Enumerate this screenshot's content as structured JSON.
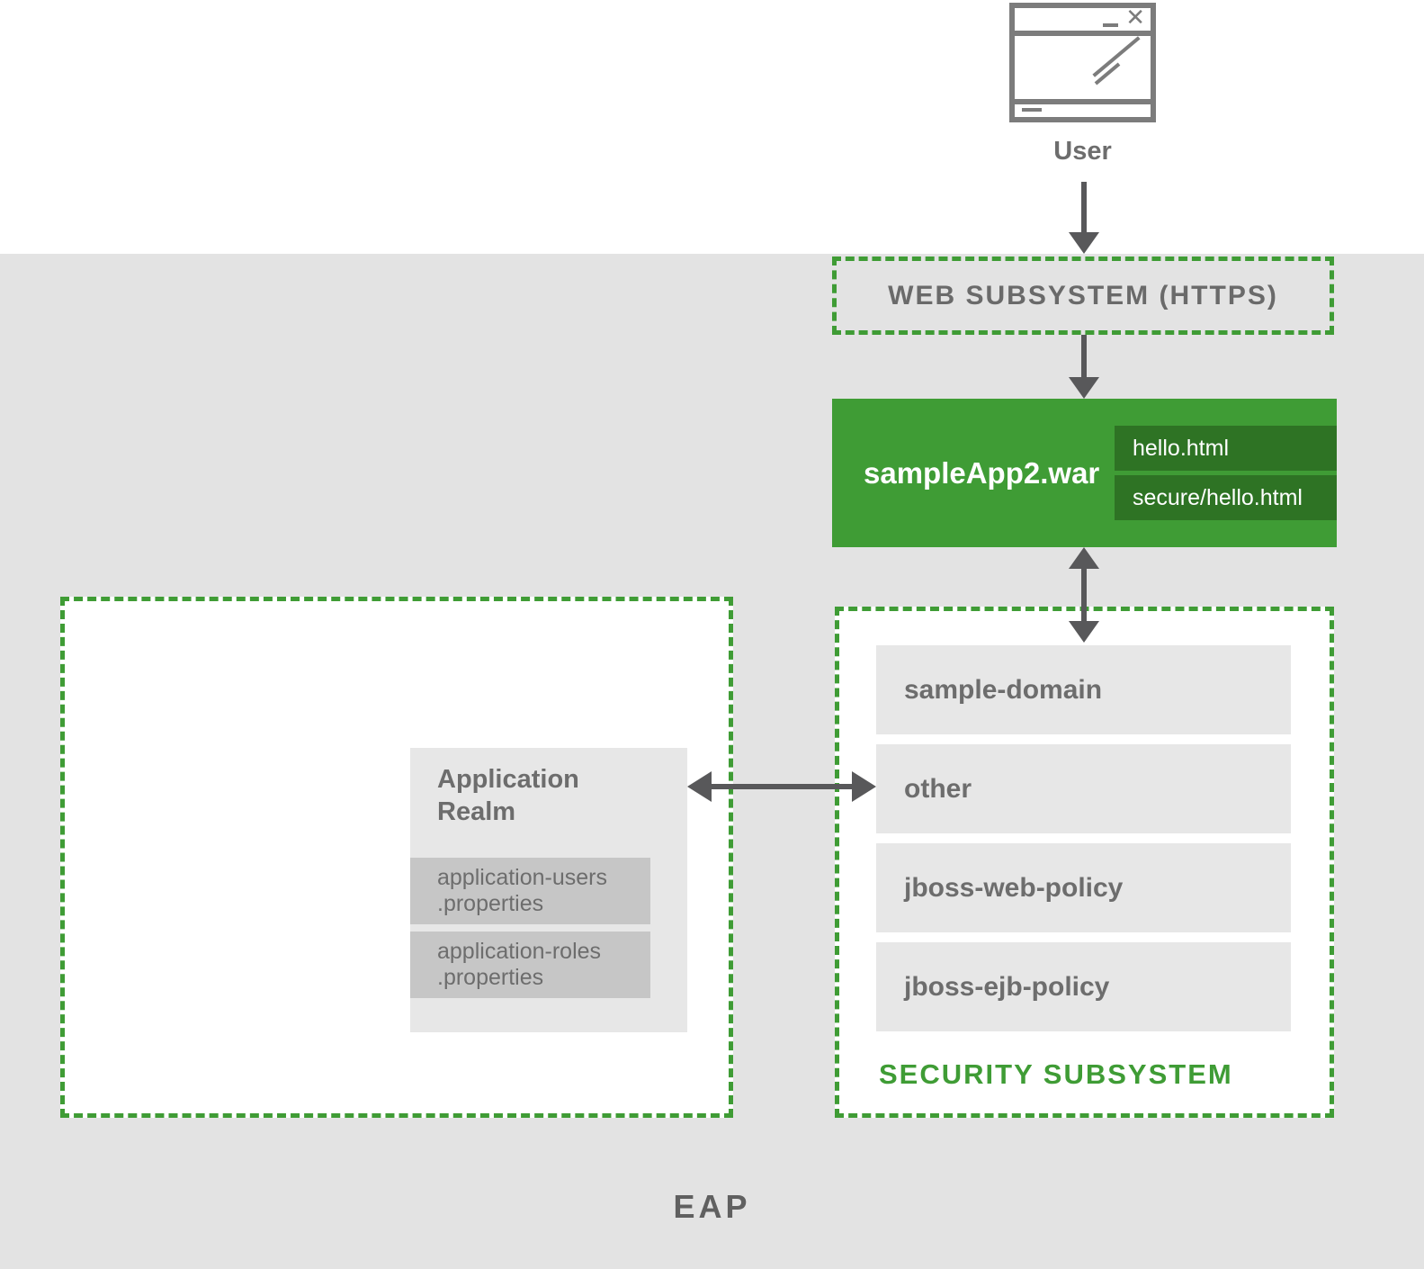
{
  "user": {
    "label": "User"
  },
  "web_subsystem": {
    "label": "WEB SUBSYSTEM (HTTPS)"
  },
  "war": {
    "label": "sampleApp2.war",
    "files": [
      "hello.html",
      "secure/hello.html"
    ]
  },
  "security_subsystem": {
    "label": "SECURITY SUBSYSTEM",
    "items": [
      "sample-domain",
      "other",
      "jboss-web-policy",
      "jboss-ejb-policy"
    ]
  },
  "realm": {
    "title": "Application Realm",
    "files": [
      {
        "line1": "application-users",
        "line2": ".properties"
      },
      {
        "line1": "application-roles",
        "line2": ".properties"
      }
    ]
  },
  "eap_label": "EAP",
  "colors": {
    "green": "#3f9c35",
    "dark_green": "#2e7324",
    "bg_gray": "#e3e3e3",
    "box_gray": "#e7e7e7",
    "chip_gray": "#c6c6c6",
    "text_gray": "#6d6d6d",
    "heading_gray": "#6a6a6a",
    "arrow_gray": "#58585a",
    "icon_gray": "#7c7c7c"
  }
}
